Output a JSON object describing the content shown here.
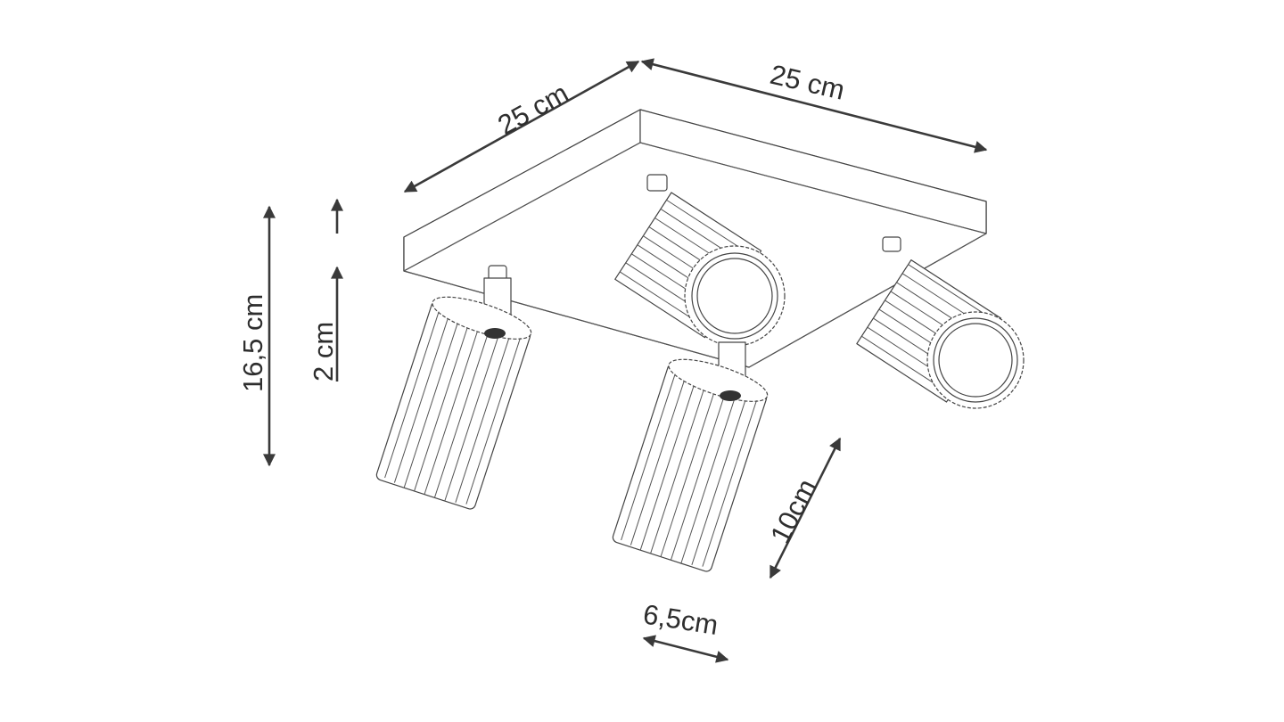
{
  "diagram": {
    "subject": "4-spot ceiling lamp on square base plate",
    "colors": {
      "line": "#3a3a3a",
      "text": "#2e2e2e",
      "background": "#ffffff"
    },
    "dimensions": {
      "base_depth": "25 cm",
      "base_width": "25 cm",
      "total_height": "16,5 cm",
      "base_thickness": "2 cm",
      "shade_length": "10cm",
      "shade_diameter": "6,5cm"
    },
    "components": [
      {
        "name": "base-plate",
        "label": ""
      },
      {
        "name": "spot-front-left",
        "label": ""
      },
      {
        "name": "spot-back-center",
        "label": ""
      },
      {
        "name": "spot-right",
        "label": ""
      },
      {
        "name": "spot-front-center",
        "label": ""
      }
    ]
  }
}
